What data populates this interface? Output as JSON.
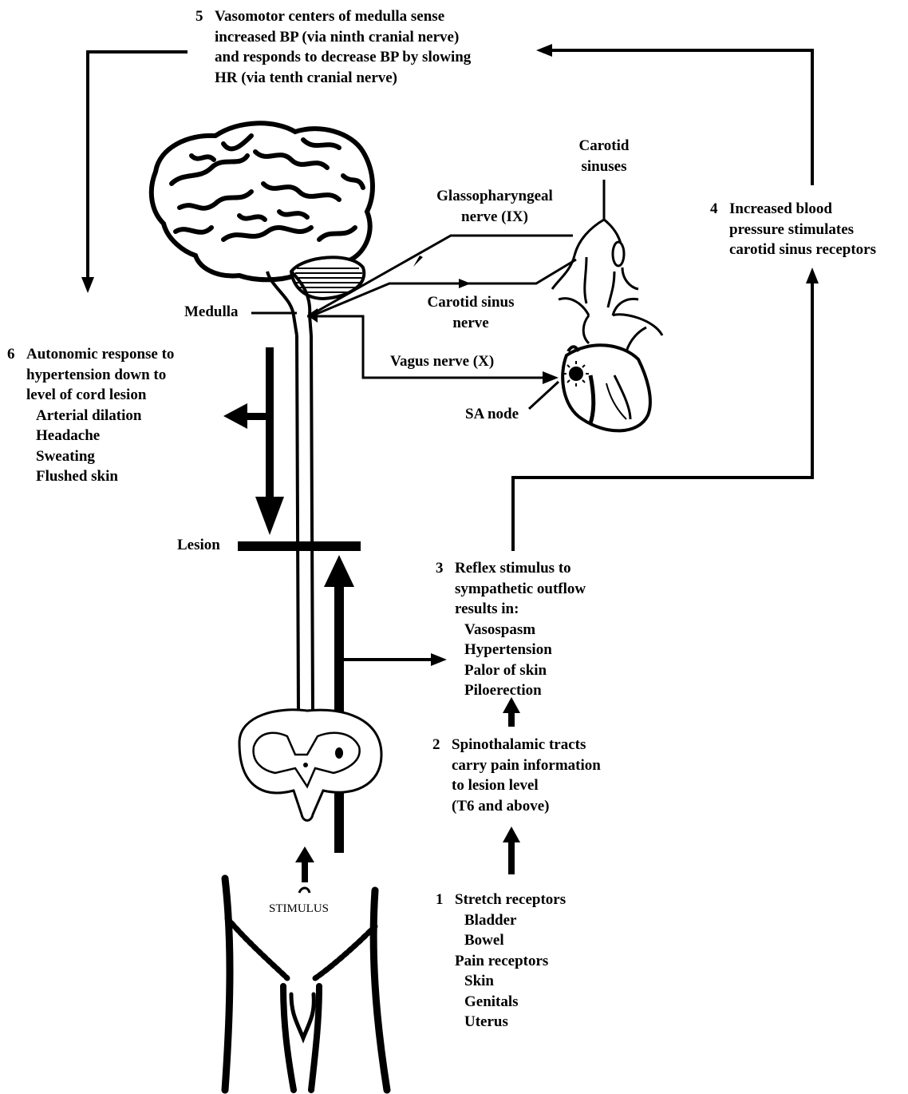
{
  "step5": {
    "number": "5",
    "lines": [
      "Vasomotor centers of medulla sense",
      "increased BP (via ninth cranial nerve)",
      "and responds to decrease BP by slowing",
      "HR (via tenth cranial nerve)"
    ]
  },
  "step4": {
    "number": "4",
    "lines": [
      "Increased blood",
      "pressure stimulates",
      "carotid sinus receptors"
    ]
  },
  "step6": {
    "number": "6",
    "lines": [
      "Autonomic response to",
      "hypertension down to",
      "level of cord lesion"
    ],
    "items": [
      "Arterial dilation",
      "Headache",
      "Sweating",
      "Flushed skin"
    ]
  },
  "step3": {
    "number": "3",
    "lines": [
      "Reflex stimulus to",
      "sympathetic outflow",
      "results in:"
    ],
    "items": [
      "Vasospasm",
      "Hypertension",
      "Palor of skin",
      "Piloerection"
    ]
  },
  "step2": {
    "number": "2",
    "lines": [
      "Spinothalamic tracts",
      "carry pain information",
      "to lesion level",
      "(T6 and above)"
    ]
  },
  "step1": {
    "number": "1",
    "stretch": "Stretch receptors",
    "stretch_items": [
      "Bladder",
      "Bowel"
    ],
    "pain": "Pain receptors",
    "pain_items": [
      "Skin",
      "Genitals",
      "Uterus"
    ]
  },
  "labels": {
    "carotid_sinuses": [
      "Carotid",
      "sinuses"
    ],
    "glossopharyngeal": [
      "Glassopharyngeal",
      "nerve (IX)"
    ],
    "carotid_sinus_nerve": [
      "Carotid sinus",
      "nerve"
    ],
    "vagus": "Vagus nerve (X)",
    "sa_node": "SA node",
    "medulla": "Medulla",
    "lesion": "Lesion",
    "stimulus": "STIMULUS"
  }
}
